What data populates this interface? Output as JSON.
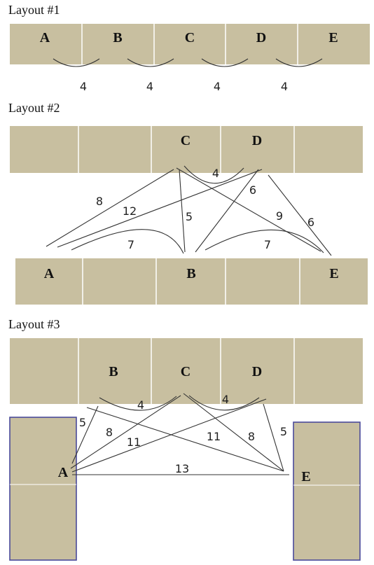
{
  "layout1": {
    "title": "Layout #1",
    "cells": [
      "A",
      "B",
      "C",
      "D",
      "E"
    ],
    "distances": [
      "4",
      "4",
      "4",
      "4"
    ]
  },
  "layout2": {
    "title": "Layout #2",
    "top_cells": [
      "",
      "",
      "C",
      "D",
      ""
    ],
    "bottom_cells": [
      "A",
      "",
      "B",
      "",
      "E"
    ],
    "distances": {
      "cd": "4",
      "ac": "8",
      "ad": "12",
      "cb": "5",
      "db": "6",
      "ce": "9",
      "de": "6",
      "ab": "7",
      "be": "7"
    }
  },
  "layout3": {
    "title": "Layout #3",
    "top_cells": [
      "",
      "B",
      "C",
      "D",
      ""
    ],
    "left_panel": "A",
    "right_panel": "E",
    "distances": {
      "bc": "4",
      "cd": "4",
      "ab": "5",
      "ac": "8",
      "ad": "11",
      "be": "11",
      "ce": "8",
      "de": "5",
      "ae": "13"
    }
  }
}
